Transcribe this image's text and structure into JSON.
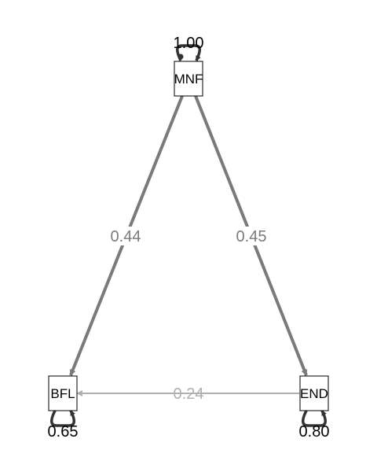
{
  "nodes": {
    "mnf": {
      "label": "MNF",
      "variance": "1.00"
    },
    "bfl": {
      "label": "BFL",
      "variance": "0.65"
    },
    "end": {
      "label": "END",
      "variance": "0.80"
    }
  },
  "edges": {
    "mnf_bfl": {
      "label": "0.44",
      "color": "#7a7a7a"
    },
    "mnf_end": {
      "label": "0.45",
      "color": "#7a7a7a"
    },
    "end_bfl": {
      "label": "0.24",
      "color": "#b0b0b0"
    }
  },
  "colors": {
    "loop": "#333333"
  }
}
